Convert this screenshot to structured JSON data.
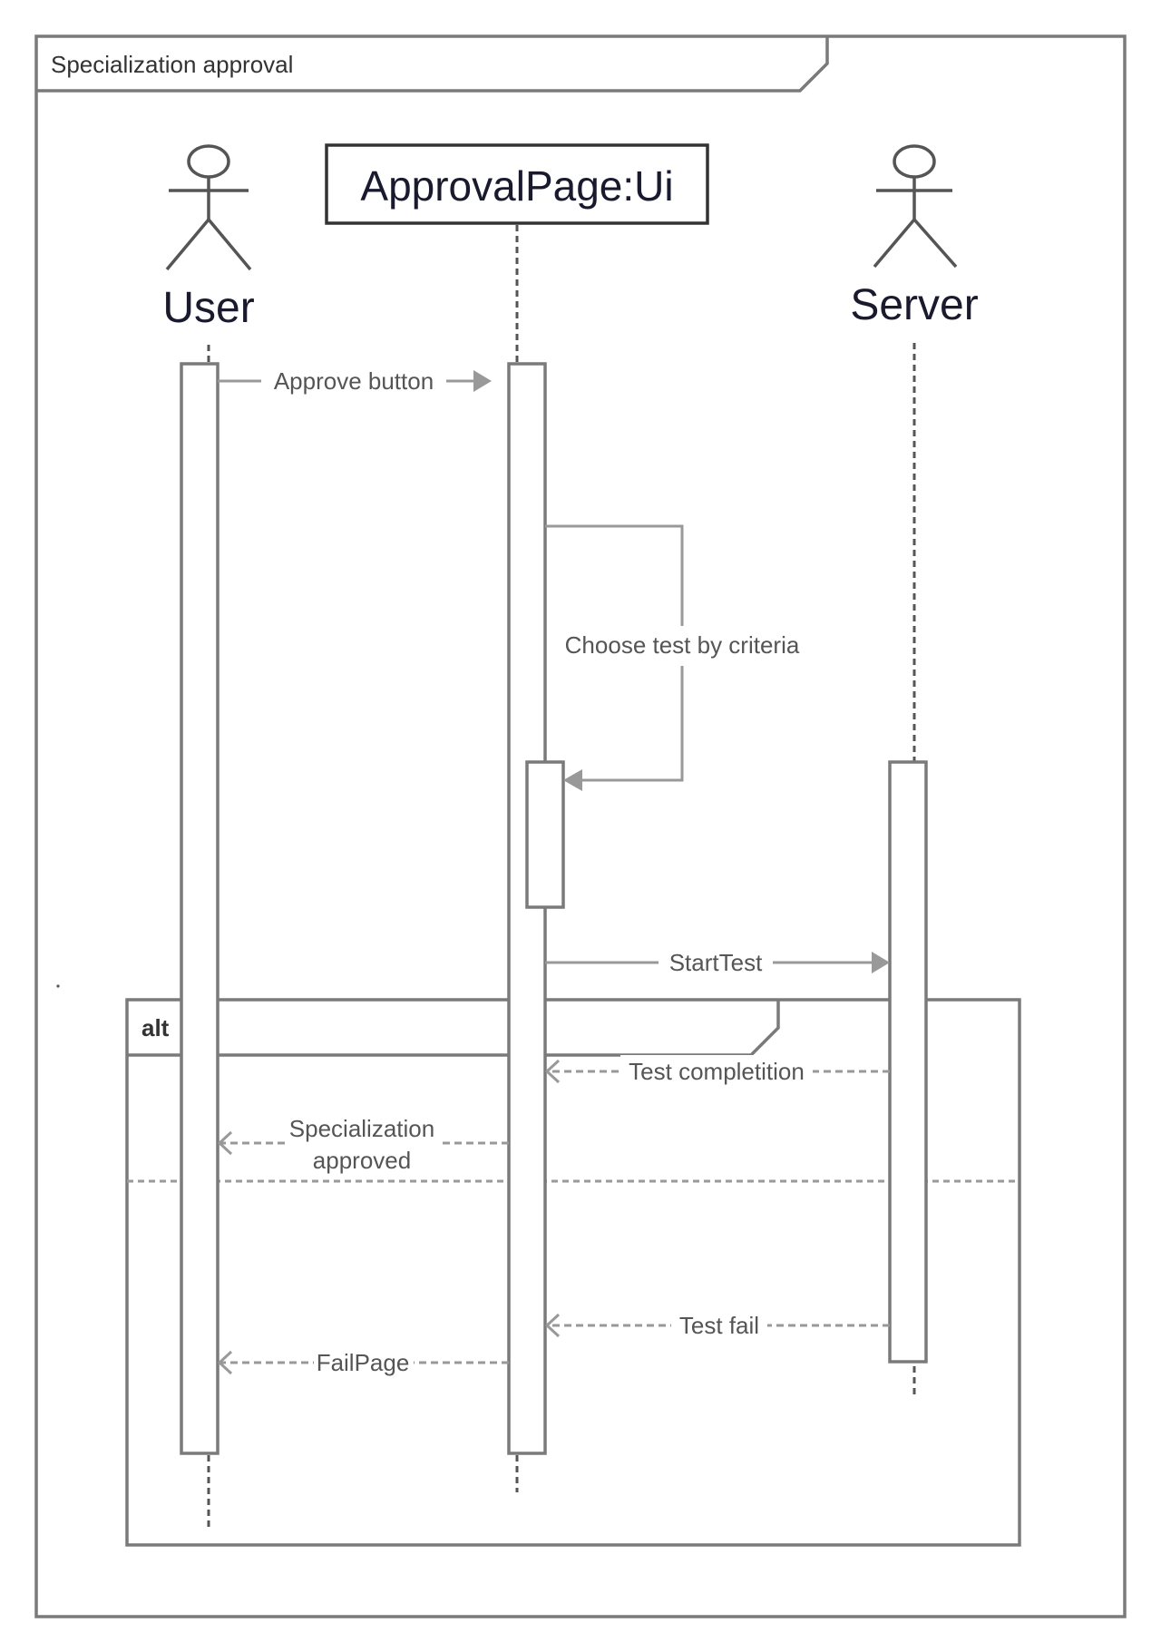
{
  "frame": {
    "title": "Specialization approval"
  },
  "participants": {
    "user": {
      "label": "User",
      "kind": "actor"
    },
    "ui": {
      "label": "ApprovalPage:Ui",
      "kind": "object"
    },
    "server": {
      "label": "Server",
      "kind": "actor"
    }
  },
  "messages": {
    "approve": {
      "label": "Approve button",
      "from": "User",
      "to": "ApprovalPage:Ui",
      "style": "sync"
    },
    "choose": {
      "label": "Choose test by criteria",
      "from": "ApprovalPage:Ui",
      "to": "ApprovalPage:Ui",
      "style": "self"
    },
    "start": {
      "label": "StartTest",
      "from": "ApprovalPage:Ui",
      "to": "Server",
      "style": "sync"
    },
    "completion": {
      "label": "Test  completition",
      "from": "Server",
      "to": "ApprovalPage:Ui",
      "style": "reply"
    },
    "approved_line1": "Specialization",
    "approved_line2": "approved",
    "fail": {
      "label": "Test  fail",
      "from": "Server",
      "to": "ApprovalPage:Ui",
      "style": "reply"
    },
    "failpage": {
      "label": "FailPage",
      "from": "ApprovalPage:Ui",
      "to": "User",
      "style": "reply"
    }
  },
  "fragment": {
    "operator": "alt"
  },
  "colors": {
    "frame": "#7a7a7a",
    "message": "#999999",
    "lifeline": "#555555",
    "heading": "#1a1a2e"
  }
}
